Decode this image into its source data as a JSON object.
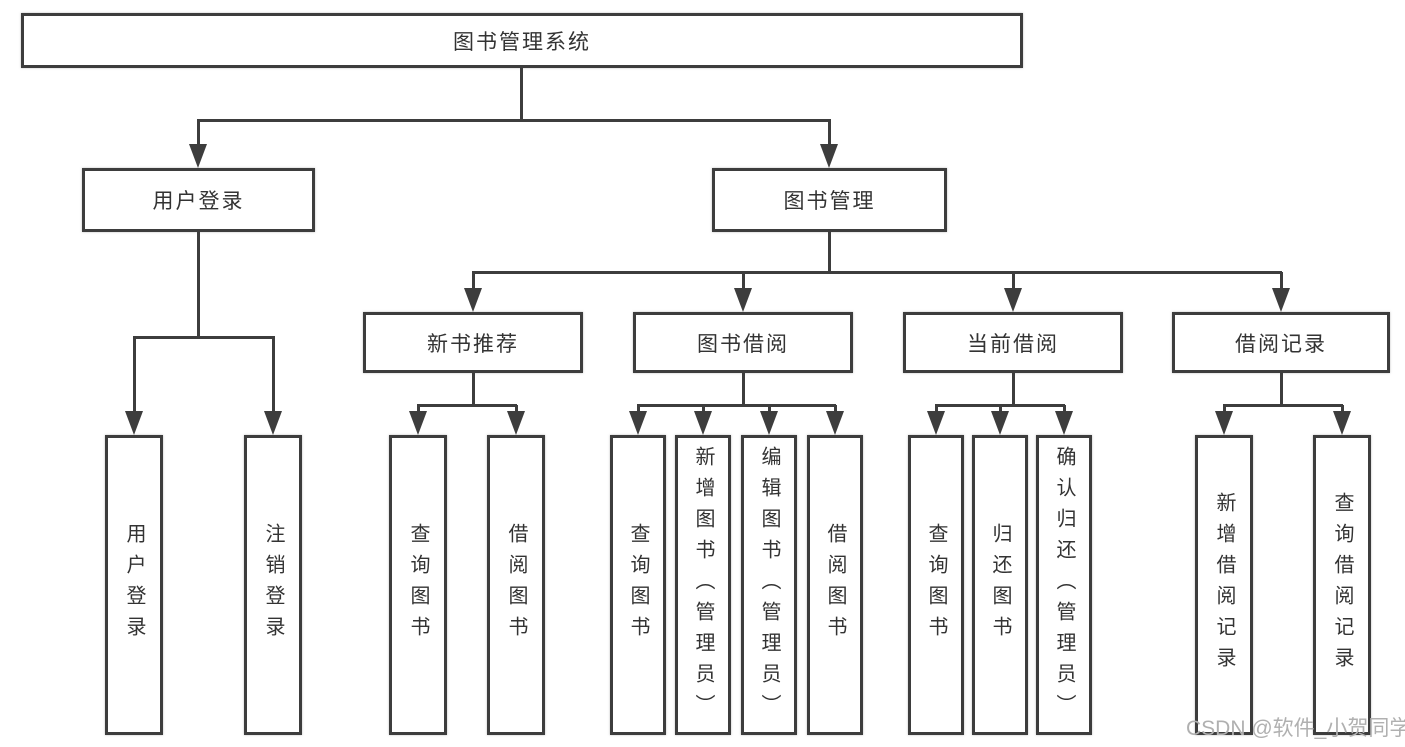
{
  "tree": {
    "label": "图书管理系统",
    "children": [
      {
        "label": "用户登录",
        "children": [
          {
            "label": "用户登录"
          },
          {
            "label": "注销登录"
          }
        ]
      },
      {
        "label": "图书管理",
        "children": [
          {
            "label": "新书推荐",
            "children": [
              {
                "label": "查询图书"
              },
              {
                "label": "借阅图书"
              }
            ]
          },
          {
            "label": "图书借阅",
            "children": [
              {
                "label": "查询图书"
              },
              {
                "label": "新增图书（管理员）"
              },
              {
                "label": "编辑图书（管理员）"
              },
              {
                "label": "借阅图书"
              }
            ]
          },
          {
            "label": "当前借阅",
            "children": [
              {
                "label": "查询图书"
              },
              {
                "label": "归还图书"
              },
              {
                "label": "确认归还（管理员）"
              }
            ]
          },
          {
            "label": "借阅记录",
            "children": [
              {
                "label": "新增借阅记录"
              },
              {
                "label": "查询借阅记录"
              }
            ]
          }
        ]
      }
    ]
  },
  "watermark": {
    "text": "CSDN @软件_小贺同学"
  },
  "colors": {
    "line": "#3d3d3d",
    "node_border": "#3d3d3d",
    "text": "#333333",
    "watermark": "#b0b0b0",
    "background": "#ffffff"
  }
}
